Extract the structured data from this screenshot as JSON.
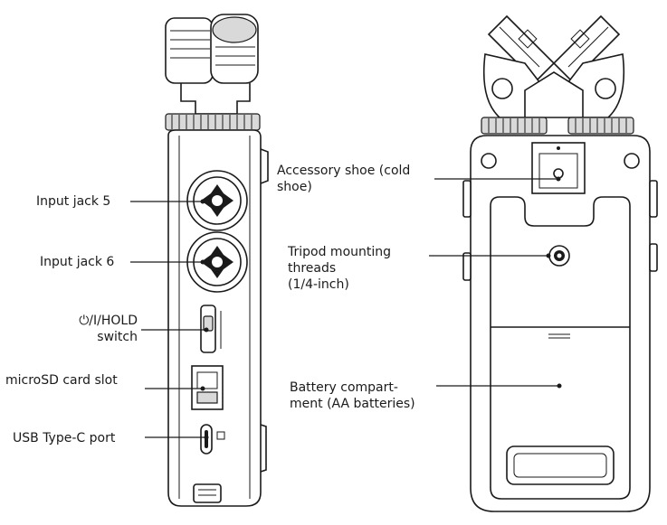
{
  "callouts": {
    "input_jack_5": "Input jack 5",
    "input_jack_6": "Input jack 6",
    "power_hold_switch": "⏻/I/HOLD\nswitch",
    "microsd_slot": "microSD card slot",
    "usb_port": "USB Type-C port",
    "accessory_shoe": "Accessory shoe (cold\nshoe)",
    "tripod_threads": "Tripod mounting\nthreads\n(1/4-inch)",
    "battery_compartment": "Battery compart-\nment (AA batteries)"
  },
  "colors": {
    "line": "#1a1a1a",
    "panel_gray": "#d9d9d9",
    "background": "#ffffff"
  }
}
